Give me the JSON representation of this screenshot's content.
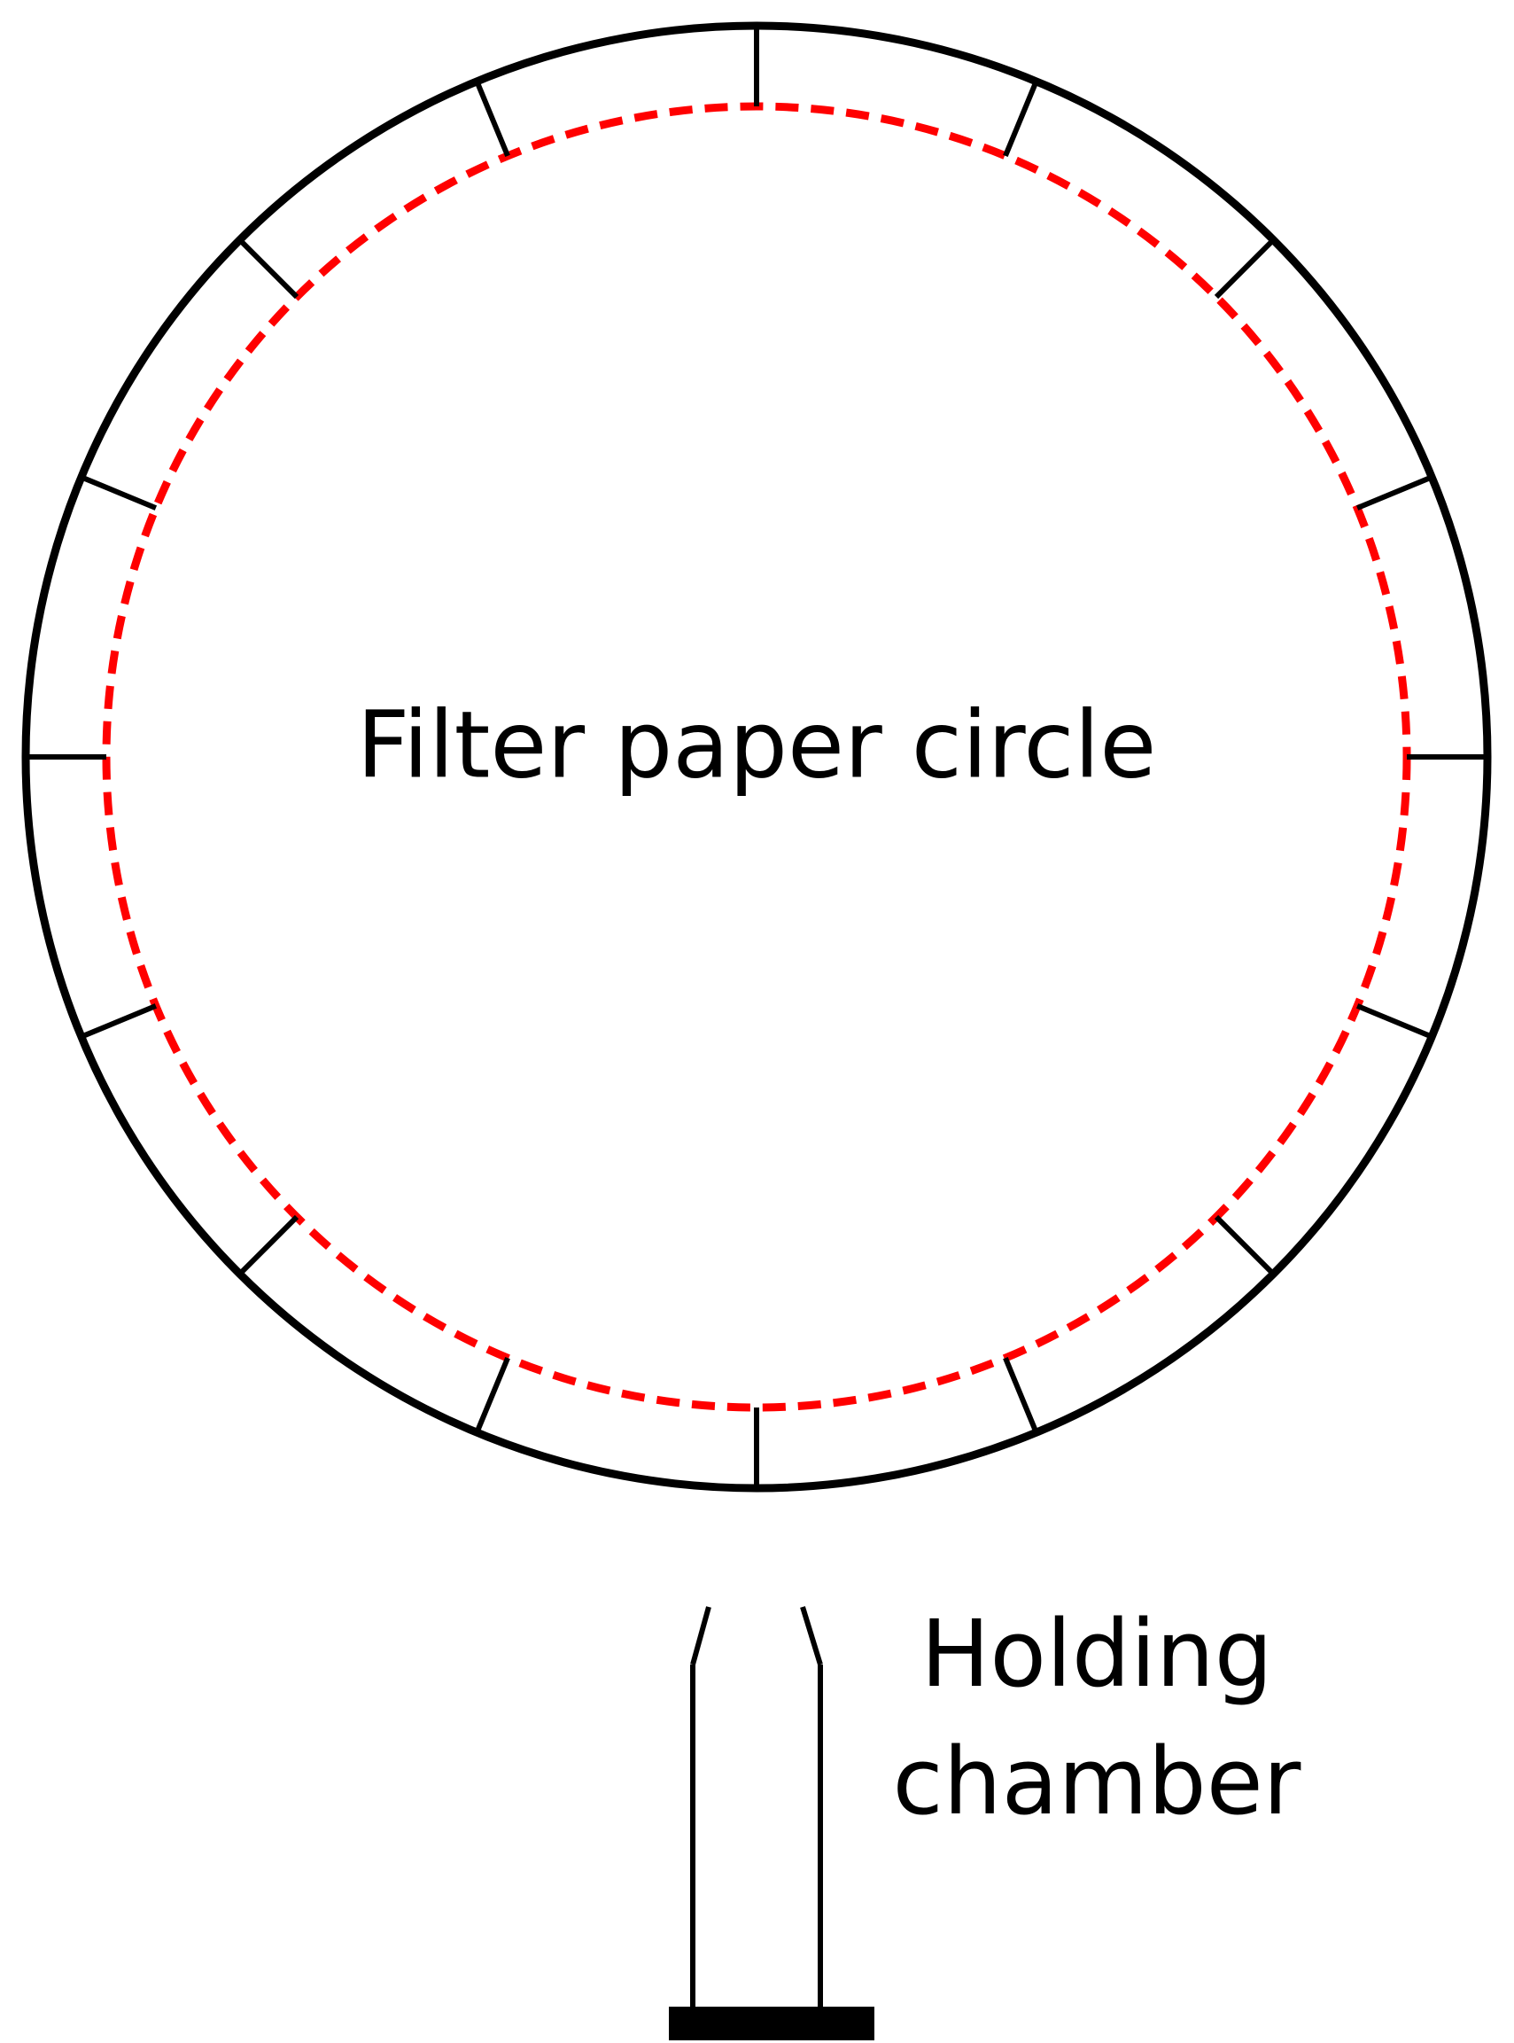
{
  "labels": {
    "filter_paper": "Filter paper circle",
    "holding_line1": "Holding",
    "holding_line2": "chamber"
  },
  "colors": {
    "outline": "#000000",
    "dashed_circle": "#ff0000",
    "background": "#ffffff"
  },
  "divisions": 16
}
